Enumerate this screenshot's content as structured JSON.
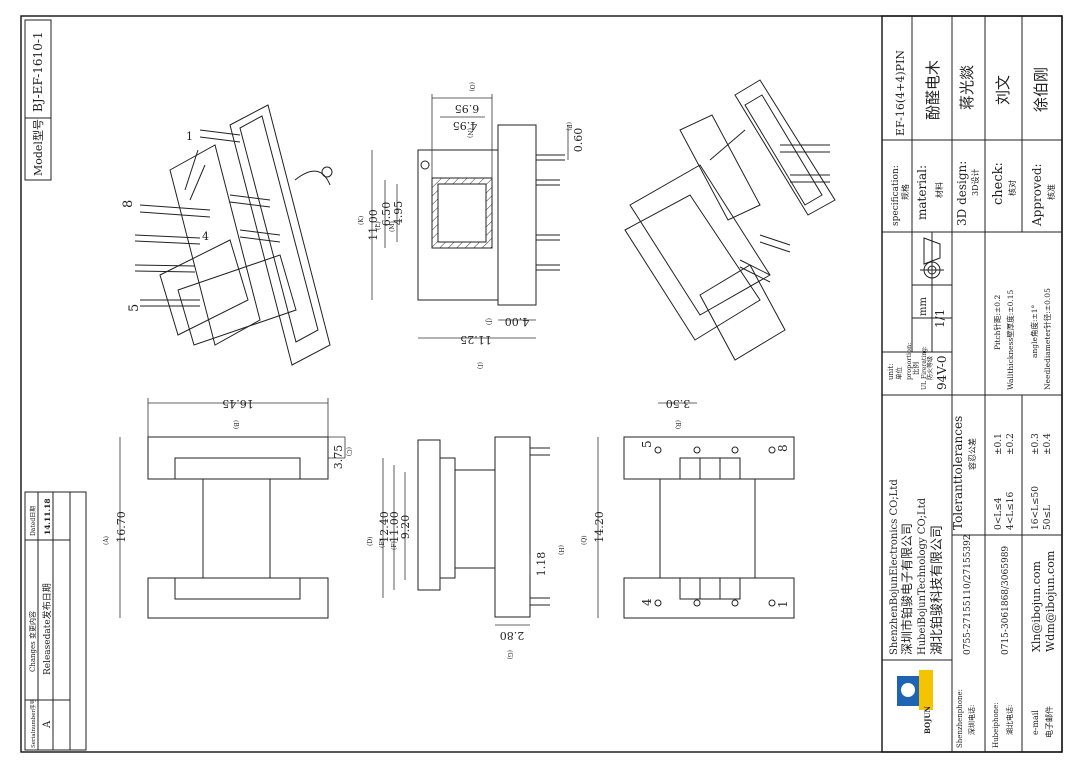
{
  "model_box": {
    "label": "Model型号",
    "value": "BJ-EF-1610-1"
  },
  "revision_table": {
    "headers": [
      "Serialnumber序号",
      "Changes 变更内容",
      "Dated日期"
    ],
    "rows": [
      {
        "serial": "A",
        "change": "Releasedate发布日期",
        "date": "14.11.18"
      }
    ]
  },
  "dimensions": {
    "top_o": "6.95",
    "top_o_tag": "(O)",
    "top_n": "4.95",
    "top_n_tag": "(N)",
    "pin_p": "0.60",
    "pin_p_tag": "(P)",
    "k": "11.00",
    "k_tag": "(K)",
    "l": "6.50",
    "l_tag": "(L)",
    "m": "4.95",
    "m_tag": "(M)",
    "j": "4.00",
    "j_tag": "(J)",
    "i": "11.25",
    "i_tag": "(I)",
    "b": "16.45",
    "b_tag": "(B)",
    "c": "3.75",
    "c_tag": "(C)",
    "a": "16.70",
    "a_tag": "(A)",
    "d": "12.40",
    "d_tag": "(D)",
    "e": "11.00",
    "e_tag": "(E)",
    "f": "9.20",
    "f_tag": "(F)",
    "h": "1.18",
    "h_tag": "(H)",
    "g": "2.80",
    "g_tag": "(G)",
    "r": "3.50",
    "r_tag": "(R)",
    "q": "14.20",
    "q_tag": "(Q)"
  },
  "pin_labels": {
    "p1": "1",
    "p4": "4",
    "p5": "5",
    "p8": "8"
  },
  "title_block": {
    "specification_label": "specification:",
    "specification_cn": "规格",
    "specification_value": "EF-16(4+4)PIN",
    "material_label": "material:",
    "material_cn": "材料",
    "material_value": "酚醛电木",
    "design_label": "3D design:",
    "design_cn": "3D设计",
    "design_value": "蒋光燚",
    "check_label": "check:",
    "check_cn": "核对",
    "check_value": "刘文",
    "approved_label": "Approved:",
    "approved_cn": "核准",
    "approved_value": "徐伯刚",
    "unit_label": "unit:",
    "unit_cn": "单位",
    "unit_value": "mm",
    "proportion_label": "proportion:",
    "proportion_cn": "比例",
    "proportion_value": "1/1",
    "ul_label": "UL Firerating:",
    "ul_cn": "防火等级",
    "ul_value": "94V-0",
    "tolerances_label": "Toleranttolerances",
    "tolerances_cn": "容忍公差",
    "tol_rows": [
      {
        "range": "0<L≤4",
        "tol": "±0.1"
      },
      {
        "range": "4<L≤16",
        "tol": "±0.2"
      },
      {
        "range": "16<L≤50",
        "tol": "±0.3"
      },
      {
        "range": "50≤L",
        "tol": "±0.4"
      }
    ],
    "pitch_tol": "Pitch针距:±0.2",
    "wall_tol": "Wallthickness壁厚度:±0.15",
    "angle_tol": "angle角度:±1°",
    "needle_tol": "Needlediameter针径:±0.05",
    "company_1_en": "ShenzhenBojunElectronics CO;Ltd",
    "company_1_cn": "深圳市铂骏电子有限公司",
    "company_2_en": "HubeiBojunTechnology CO;Ltd",
    "company_2_cn": "湖北铂骏科技有限公司",
    "logo_text": "BOJUN",
    "sz_phone_label": "Shenzhenphone:",
    "sz_phone_cn": "深圳电话:",
    "sz_phone": "0755-27155110/27155392",
    "hb_phone_label": "Hubeiphone:",
    "hb_phone_cn": "湖北电话:",
    "hb_phone": "0715-3061868/3065989",
    "email_label": "e-mail",
    "email_cn": "电子邮件",
    "email_1": "Xln@ibojun.com",
    "email_2": "Wdm@ibojun.com"
  },
  "colors": {
    "logo_blue": "#1f64b4",
    "logo_yellow": "#f5c400"
  }
}
